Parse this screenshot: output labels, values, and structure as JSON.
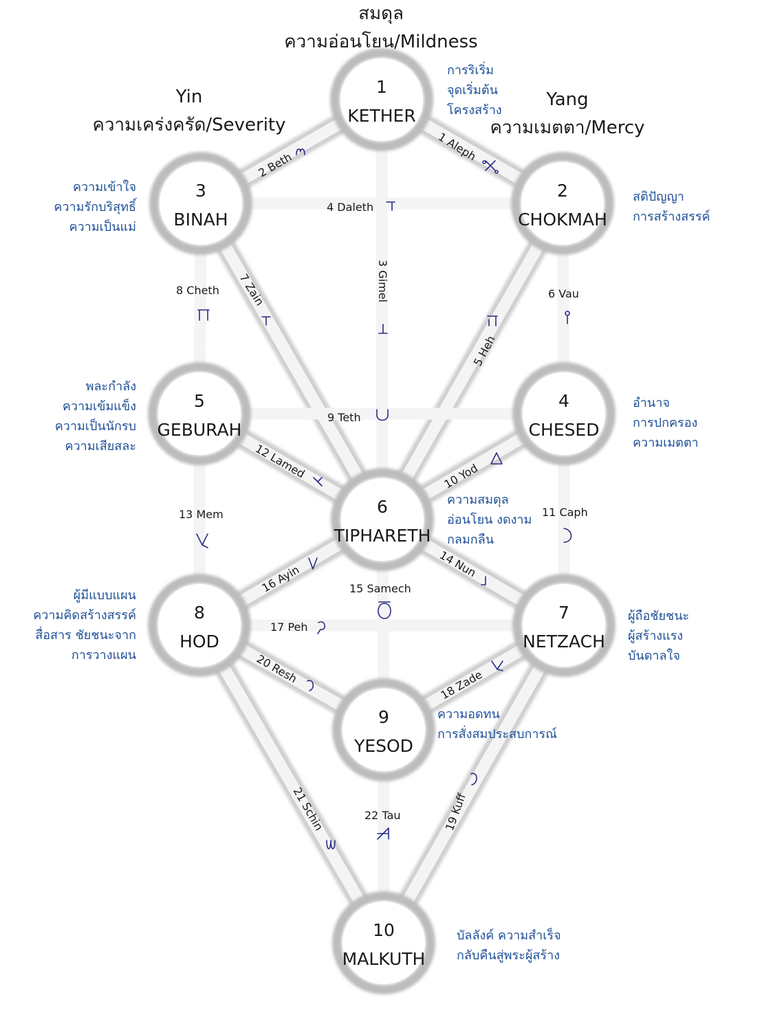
{
  "header": {
    "top_line1": "สมดุล",
    "top_line2": "ความอ่อนโยน/Mildness",
    "left_line1": "Yin",
    "left_line2": "ความเคร่งครัด/Severity",
    "right_line1": "Yang",
    "right_line2": "ความเมตตา/Mercy"
  },
  "sephiroth": [
    {
      "id": "kether",
      "number": "1",
      "name": "KETHER",
      "notes": [
        "การริเริ่ม",
        "จุดเริ่มต้น",
        "โครงสร้าง"
      ]
    },
    {
      "id": "chokmah",
      "number": "2",
      "name": "CHOKMAH",
      "notes": [
        "สติปัญญา",
        "การสร้างสรรค์"
      ]
    },
    {
      "id": "binah",
      "number": "3",
      "name": "BINAH",
      "notes": [
        "ความเข้าใจ",
        "ความรักบริสุทธิ์",
        "ความเป็นแม่"
      ]
    },
    {
      "id": "chesed",
      "number": "4",
      "name": "CHESED",
      "notes": [
        "อำนาจ",
        "การปกครอง",
        "ความเมตตา"
      ]
    },
    {
      "id": "geburah",
      "number": "5",
      "name": "GEBURAH",
      "notes": [
        "พละกำลัง",
        "ความเข้มแข็ง",
        "ความเป็นนักรบ",
        "ความเสียสละ"
      ]
    },
    {
      "id": "tiphareth",
      "number": "6",
      "name": "TIPHARETH",
      "notes": [
        "ความสมดุล",
        "อ่อนโยน งดงาม",
        "กลมกลืน"
      ]
    },
    {
      "id": "netzach",
      "number": "7",
      "name": "NETZACH",
      "notes": [
        "ผู้ถือชัยชนะ",
        "ผู้สร้างแรง",
        "บันดาลใจ"
      ]
    },
    {
      "id": "hod",
      "number": "8",
      "name": "HOD",
      "notes": [
        "ผู้มีแบบแผน",
        "ความคิดสร้างสรรค์",
        "สื่อสาร ชัยชนะจาก",
        "การวางแผน"
      ]
    },
    {
      "id": "yesod",
      "number": "9",
      "name": "YESOD",
      "notes": [
        "ความอดทน",
        "การสั่งสมประสบการณ์"
      ]
    },
    {
      "id": "malkuth",
      "number": "10",
      "name": "MALKUTH",
      "notes": [
        "บัลลังค์ ความสำเร็จ",
        "กลับคืนสู่พระผู้สร้าง"
      ]
    }
  ],
  "paths": [
    {
      "id": "p1",
      "label": "1 Aleph",
      "from": "kether",
      "to": "chokmah"
    },
    {
      "id": "p2",
      "label": "2 Beth",
      "from": "kether",
      "to": "binah"
    },
    {
      "id": "p3",
      "label": "3 Gimel",
      "from": "kether",
      "to": "tiphareth"
    },
    {
      "id": "p4",
      "label": "4 Daleth",
      "from": "binah",
      "to": "chokmah"
    },
    {
      "id": "p5",
      "label": "5 Heh",
      "from": "chokmah",
      "to": "tiphareth"
    },
    {
      "id": "p6",
      "label": "6 Vau",
      "from": "chokmah",
      "to": "chesed"
    },
    {
      "id": "p7",
      "label": "7 Zain",
      "from": "binah",
      "to": "tiphareth"
    },
    {
      "id": "p8",
      "label": "8 Cheth",
      "from": "binah",
      "to": "geburah"
    },
    {
      "id": "p9",
      "label": "9 Teth",
      "from": "geburah",
      "to": "chesed"
    },
    {
      "id": "p10",
      "label": "10 Yod",
      "from": "chesed",
      "to": "tiphareth"
    },
    {
      "id": "p11",
      "label": "11 Caph",
      "from": "chesed",
      "to": "netzach"
    },
    {
      "id": "p12",
      "label": "12 Lamed",
      "from": "geburah",
      "to": "tiphareth"
    },
    {
      "id": "p13",
      "label": "13 Mem",
      "from": "geburah",
      "to": "hod"
    },
    {
      "id": "p14",
      "label": "14 Nun",
      "from": "tiphareth",
      "to": "netzach"
    },
    {
      "id": "p15",
      "label": "15 Samech",
      "from": "tiphareth",
      "to": "yesod"
    },
    {
      "id": "p16",
      "label": "16 Ayin",
      "from": "tiphareth",
      "to": "hod"
    },
    {
      "id": "p17",
      "label": "17 Peh",
      "from": "hod",
      "to": "netzach"
    },
    {
      "id": "p18",
      "label": "18 Zade",
      "from": "netzach",
      "to": "yesod"
    },
    {
      "id": "p19",
      "label": "19 Kuff",
      "from": "netzach",
      "to": "malkuth"
    },
    {
      "id": "p20",
      "label": "20 Resh",
      "from": "hod",
      "to": "yesod"
    },
    {
      "id": "p21",
      "label": "21 Schin",
      "from": "hod",
      "to": "malkuth"
    },
    {
      "id": "p22",
      "label": "22 Tau",
      "from": "yesod",
      "to": "malkuth"
    }
  ],
  "colors": {
    "ring": "#b9b9b9",
    "channel": "#cdcdcd",
    "note_text": "#1e4f96",
    "glyph": "#2a2d84",
    "label_text": "#1a1a1a"
  }
}
